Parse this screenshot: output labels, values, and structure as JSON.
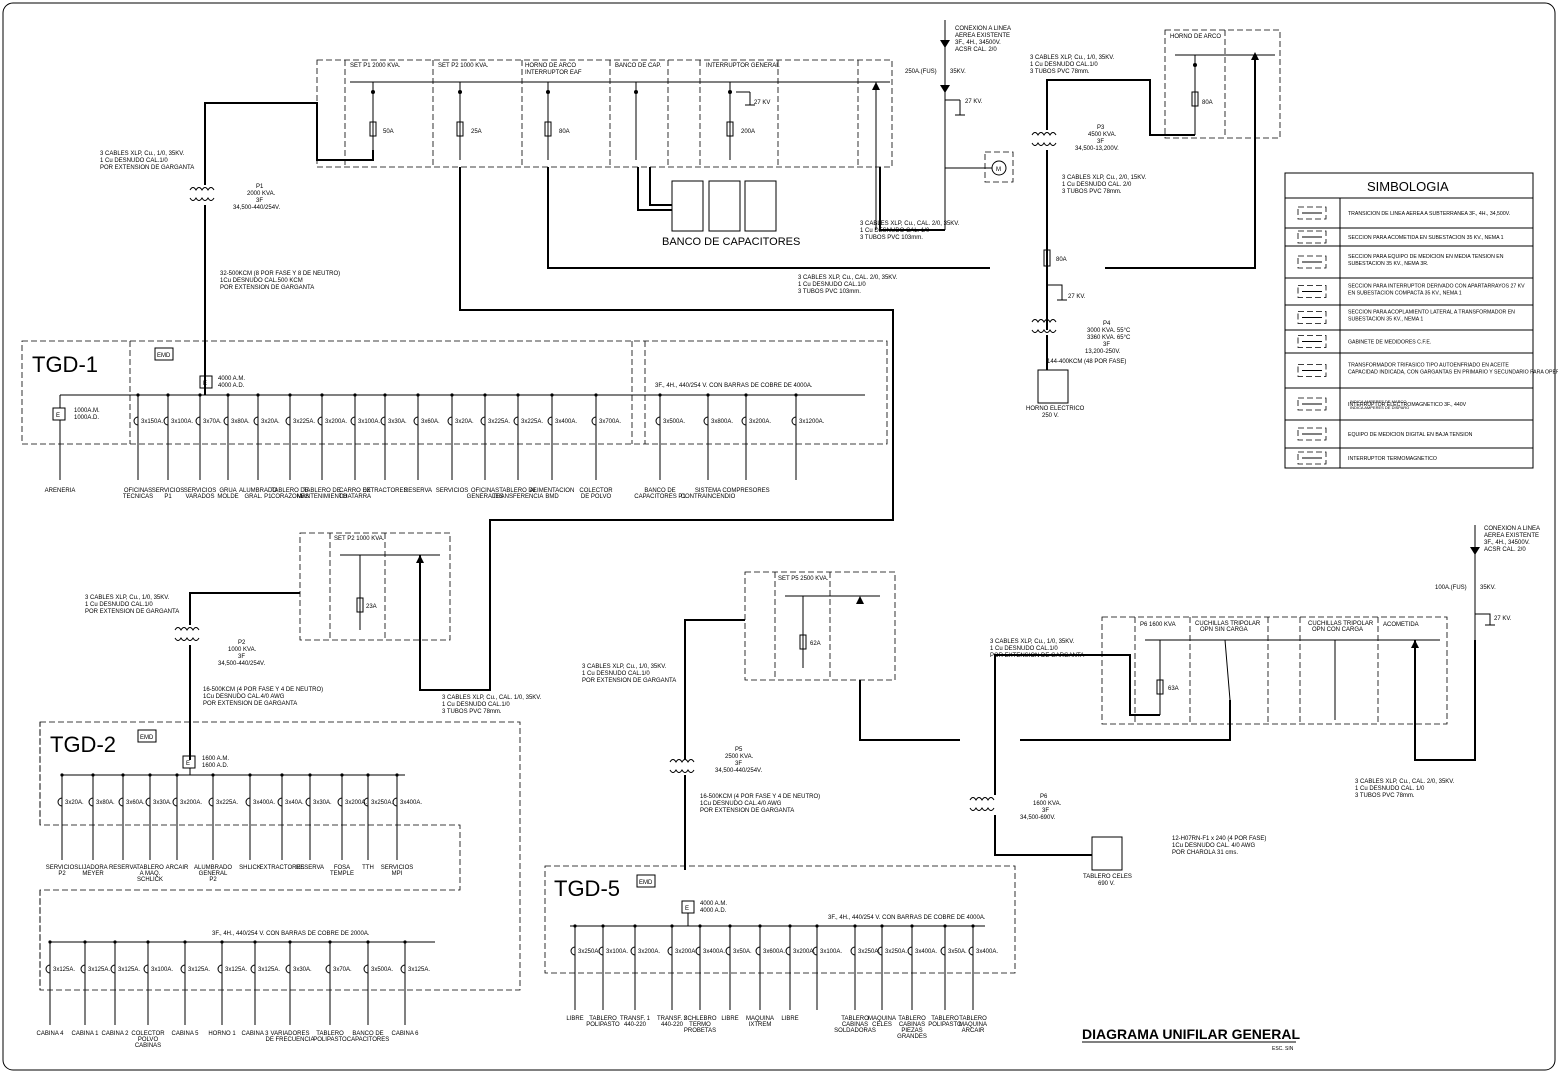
{
  "title": "DIAGRAMA UNIFILAR GENERAL",
  "scale": "ESC. SIN",
  "symbology": {
    "title": "SIMBOLOGIA",
    "items": [
      {
        "icon": "aerial-to-underground-icon",
        "text": "TRANSICION DE LINEA AEREA A SUBTERRANEA 3F., 4H., 34,500V."
      },
      {
        "icon": "substation-section-icon",
        "text": "SECCION PARA ACOMETIDA EN SUBESTACION 35 KV., NEMA 1"
      },
      {
        "icon": "metering-section-icon",
        "text": "SECCION PARA EQUIPO DE MEDICION EN MEDIA TENSION EN SUBESTACION 35 KV., NEMA 3R."
      },
      {
        "icon": "breaker-section-icon",
        "text": "SECCION PARA INTERRUPTOR DERIVADO CON APARTARRAYOS 27 KV EN SUBESTACION COMPACTA 35 KV., NEMA 1"
      },
      {
        "icon": "coupling-section-icon",
        "text": "SECCION PARA ACOPLAMIENTO LATERAL A TRANSFORMADOR EN SUBESTACION 35 KV., NEMA 1"
      },
      {
        "icon": "cfe-meter-cabinet-icon",
        "text": "GABINETE DE MEDIDORES C.F.E."
      },
      {
        "icon": "transformer-icon",
        "text": "TRANSFORMADOR TRIFASICO TIPO AUTOENFRIADO EN ACEITE CAPACIDAD INDICADA, CON GARGANTAS EN PRIMARIO Y SECUNDARIO PARA OPERAR A 2000 M.S.N.M."
      },
      {
        "icon": "electromagnetic-breaker-icon",
        "text": "INTERRUPTOR ELECTROMAGNETICO 3F., 440V"
      },
      {
        "icon": "digital-meter-icon",
        "text": "EQUIPO DE MEDICION DIGITAL EN BAJA TENSION"
      },
      {
        "icon": "thermomagnetic-breaker-icon",
        "text": "INTERRUPTOR TERMOMAGNETICO"
      }
    ],
    "sub_labels": [
      "INDICA AMPERES DE MARCO",
      "INDICA AMPERES DE DISPARO"
    ]
  },
  "top_feed": {
    "lines": [
      "CONEXION A LINEA",
      "AEREA EXISTENTE",
      "3F., 4H., 34500V.",
      "ACSR CAL. 2/0"
    ],
    "fuse": "250A.(FUS)",
    "fuse_kv": "35KV.",
    "arrester": "27 KV."
  },
  "right_feed": {
    "lines": [
      "CONEXION A LINEA",
      "AEREA EXISTENTE",
      "3F., 4H., 34500V.",
      "ACSR CAL. 2/0"
    ],
    "fuse": "100A.(FUS)",
    "fuse_kv": "35KV.",
    "arrester": "27 KV."
  },
  "main_sub": {
    "sections": [
      "SET P1  2000 KVA.",
      "SET P2  1000 KVA.",
      "HORNO DE ARCO",
      "INTERRUPTOR EAF",
      "BANCO DE CAP.",
      "INTERRUPTOR GENERAL"
    ],
    "ratings": [
      "50A",
      "25A",
      "80A",
      "200A"
    ],
    "arrester": "27 KV",
    "capacitors": "BANCO  DE  CAPACITORES",
    "motor": "M"
  },
  "cables": {
    "c1": [
      "3 CABLES XLP, Cu., 1/0, 35KV.",
      "1 Cu DESNUDO CAL.1/0",
      "POR EXTENSION DE GARGANTA"
    ],
    "c2": [
      "3 CABLES XLP, Cu., CAL. 2/0, 35KV.",
      "1 Cu DESNUDO CAL. 1/0",
      "3 TUBOS PVC 103mm."
    ],
    "c3": [
      "3 CABLES XLP, Cu., CAL. 2/0, 35KV.",
      "1 Cu DESNUDO CAL.1/0",
      "3 TUBOS PVC 103mm."
    ],
    "c4": [
      "3 CABLES XLP, Cu., 1/0, 35KV.",
      "1 Cu DESNUDO CAL.1/0",
      "3 TUBOS PVC 78mm."
    ],
    "c5": [
      "3 CABLES XLP, Cu., 2/0, 15KV.",
      "1 Cu DESNUDO CAL. 2/0",
      "3 TUBOS PVC 78mm."
    ],
    "c6": [
      "32-500KCM (8 POR FASE Y 8 DE NEUTRO)",
      "1Cu DESNUDO CAL.500 KCM",
      "POR EXTENSION DE GARGANTA"
    ],
    "c7": [
      "3 CABLES XLP, Cu., 1/0, 35KV.",
      "1 Cu DESNUDO CAL.1/0",
      "POR EXTENSION DE GARGANTA"
    ],
    "c8": [
      "16-500KCM (4 POR FASE Y 4 DE NEUTRO)",
      "1Cu DESNUDO CAL.4/0 AWG",
      "POR EXTENSION DE GARGANTA"
    ],
    "c9": [
      "3 CABLES XLP, Cu., CAL. 1/0, 35KV.",
      "1 Cu DESNUDO CAL.1/0",
      "3 TUBOS PVC 78mm."
    ],
    "c10": [
      "3 CABLES XLP, Cu., 1/0, 35KV.",
      "1 Cu DESNUDO CAL.1/0",
      "POR EXTENSION DE GARGANTA"
    ],
    "c11": [
      "16-500KCM (4 POR FASE Y 4 DE NEUTRO)",
      "1Cu DESNUDO CAL.4/0 AWG",
      "POR EXTENSION DE GARGANTA"
    ],
    "c12": [
      "3 CABLES XLP, Cu., 1/0, 35KV.",
      "1 Cu DESNUDO CAL.1/0",
      "POR EXTENSION DE GARGANTA"
    ],
    "c13": [
      "3 CABLES XLP, Cu., CAL. 2/0, 35KV.",
      "1 Cu DESNUDO CAL. 1/0",
      "3 TUBOS PVC 78mm."
    ],
    "c14": [
      "12-H07RN-F1 x 240 (4 POR FASE)",
      "1Cu DESNUDO CAL. 4/0 AWG",
      "POR CHAROLA 31 cms."
    ],
    "c15": [
      "144-400KCM (48 POR FASE)"
    ]
  },
  "transformers": {
    "p1": [
      "P1",
      "2000 KVA.",
      "3F",
      "34,500-440/254V."
    ],
    "p2": [
      "P2",
      "1000 KVA.",
      "3F",
      "34,500-440/254V."
    ],
    "p3": [
      "P3",
      "4500 KVA.",
      "3F",
      "34,500-13,200V."
    ],
    "p4": [
      "P4",
      "3000 KVA. 55°C",
      "3360 KVA. 65°C",
      "3F",
      "13,200-250V."
    ],
    "p5": [
      "P5",
      "2500 KVA.",
      "3F",
      "34,500-440/254V."
    ],
    "p6": [
      "P6",
      "1600 KVA.",
      "3F",
      "34,500-690V."
    ]
  },
  "horno": {
    "section": "HORNO DE ARCO",
    "rating": "80A",
    "fuse": "80A",
    "arrester": "27 KV.",
    "load": [
      "HORNO ELECTRICO",
      "250 V."
    ]
  },
  "set_p2": {
    "label": "SET P2  1000 KVA.",
    "rating": "23A"
  },
  "set_p5": {
    "label": "SET P5  2500 KVA.",
    "rating": "62A"
  },
  "sub_p6": {
    "sections": [
      "P6  1600 KVA",
      "CUCHILLAS TRIPOLAR",
      "OPN SIN CARGA",
      "CUCHILLAS TRIPOLAR",
      "OPN CON CARGA",
      "ACOMETIDA"
    ],
    "rating": "63A"
  },
  "tablero_celes": [
    "TABLERO CELES",
    "690 V."
  ],
  "tgd1": {
    "name": "TGD-1",
    "emd": "EMD",
    "e": "E",
    "main_breaker": [
      "4000 A.M.",
      "4000 A.D."
    ],
    "aux_breaker": [
      "1000A.M.",
      "1000A.D."
    ],
    "bus": "3F., 4H., 440/254 V. CON BARRAS DE COBRE DE 4000A.",
    "ratings": [
      "3x150A.",
      "3x100A.",
      "3x70A.",
      "3x80A.",
      "3x20A.",
      "3x225A.",
      "3x200A.",
      "3x100A.",
      "3x30A.",
      "3x60A.",
      "3x20A.",
      "3x225A.",
      "3x225A.",
      "3x400A.",
      "3x700A.",
      "3x500A.",
      "3x800A.",
      "3x200A.",
      "3x1200A."
    ],
    "loads": [
      [
        "ARENERIA"
      ],
      [
        "OFICINAS",
        "TECNICAS"
      ],
      [
        "SERVICIOS",
        "P1"
      ],
      [
        "SERVICIOS",
        "VARADOS"
      ],
      [
        "GRUA",
        "MOLDE"
      ],
      [
        "ALUMBRADO",
        "GRAL. P1"
      ],
      [
        "TABLERO DE",
        "CORAZONES"
      ],
      [
        "TABLERO DE",
        "MANTENIMIENTO"
      ],
      [
        "CARRO DE",
        "CHATARRA"
      ],
      [
        "EXTRACTORES"
      ],
      [
        "RESERVA"
      ],
      [
        "SERVICIOS"
      ],
      [
        "OFICINAS",
        "GENERALES"
      ],
      [
        "TABLERO DE",
        "TRANSFERENCIA"
      ],
      [
        "ALIMENTACION",
        "BMD"
      ],
      [
        "COLECTOR",
        "DE POLVO"
      ],
      [
        "BANCO DE",
        "CAPACITORES P1"
      ],
      [
        "SISTEMA",
        "CONTRAINCENDIO"
      ],
      [
        "COMPRESORES"
      ]
    ]
  },
  "tgd2": {
    "name": "TGD-2",
    "emd": "EMD",
    "e": "E",
    "main_breaker": [
      "1600 A.M.",
      "1600 A.D."
    ],
    "bus": "3F., 4H., 440/254 V. CON BARRAS DE COBRE DE 2000A.",
    "ratings_top": [
      "3x20A.",
      "3x80A.",
      "3x60A.",
      "3x30A.",
      "3x200A.",
      "3x225A.",
      "3x400A.",
      "3x40A.",
      "3x30A.",
      "3x200A.",
      "3x250A.",
      "3x400A."
    ],
    "loads_top": [
      [
        "SERVICIOS",
        "P2"
      ],
      [
        "LIJADORA",
        "MEYER"
      ],
      [
        "RESERVA"
      ],
      [
        "TABLERO",
        "A MAQ.",
        "SCHLICK"
      ],
      [
        "ARCAIR"
      ],
      [
        "ALUMBRADO",
        "GENERAL",
        "P2"
      ],
      [
        "SHLICK"
      ],
      [
        "EXTRACTORES"
      ],
      [
        "RESERVA"
      ],
      [
        "FOSA",
        "TEMPLE"
      ],
      [
        "TTH"
      ],
      [
        "SERVICIOS",
        "MPI"
      ]
    ],
    "ratings_bottom": [
      "3x125A.",
      "3x125A.",
      "3x125A.",
      "3x100A.",
      "3x125A.",
      "3x125A.",
      "3x125A.",
      "3x30A.",
      "3x70A.",
      "3x500A.",
      "3x125A."
    ],
    "loads_bottom": [
      [
        "CABINA 4"
      ],
      [
        "CABINA 1"
      ],
      [
        "CABINA 2"
      ],
      [
        "COLECTOR",
        "POLVO",
        "CABINAS"
      ],
      [
        "CABINA 5"
      ],
      [
        "HORNO 1"
      ],
      [
        "CABINA 3"
      ],
      [
        "VARIADORES",
        "DE FRECUENCIA"
      ],
      [
        "TABLERO",
        "POLIPASTO"
      ],
      [
        "BANCO DE",
        "CAPACITORES"
      ],
      [
        "CABINA 6"
      ]
    ]
  },
  "tgd5": {
    "name": "TGD-5",
    "emd": "EMD",
    "e": "E",
    "main_breaker": [
      "4000 A.M.",
      "4000 A.D."
    ],
    "bus": "3F., 4H., 440/254 V. CON BARRAS DE COBRE DE 4000A.",
    "ratings": [
      "3x250A.",
      "3x100A.",
      "3x200A.",
      "3x200A.",
      "3x400A.",
      "3x50A.",
      "3x600A.",
      "3x200A.",
      "3x100A.",
      "3x250A.",
      "3x250A.",
      "3x400A.",
      "3x50A.",
      "3x400A."
    ],
    "loads": [
      [
        "LIBRE"
      ],
      [
        "TABLERO",
        "POLIPASTO"
      ],
      [
        "TRANSF. 1",
        "440-220"
      ],
      [
        "TRANSF. 2",
        "440-220"
      ],
      [
        "SCHLEBRO",
        "TERMO",
        "PROBETAS"
      ],
      [
        "LIBRE"
      ],
      [
        "MAQUINA",
        "IXTREM"
      ],
      [
        "LIBRE"
      ],
      [
        ""
      ],
      [
        "TABLERO",
        "CABINAS",
        "SOLDADORAS"
      ],
      [
        "MAQUINA",
        "CELES"
      ],
      [
        "TABLERO",
        "CABINAS",
        "PIEZAS",
        "GRANDES"
      ],
      [
        "TABLERO",
        "POLIPASTO"
      ],
      [
        "TABLERO",
        "MAQUINA",
        "ARCAIR"
      ]
    ]
  }
}
